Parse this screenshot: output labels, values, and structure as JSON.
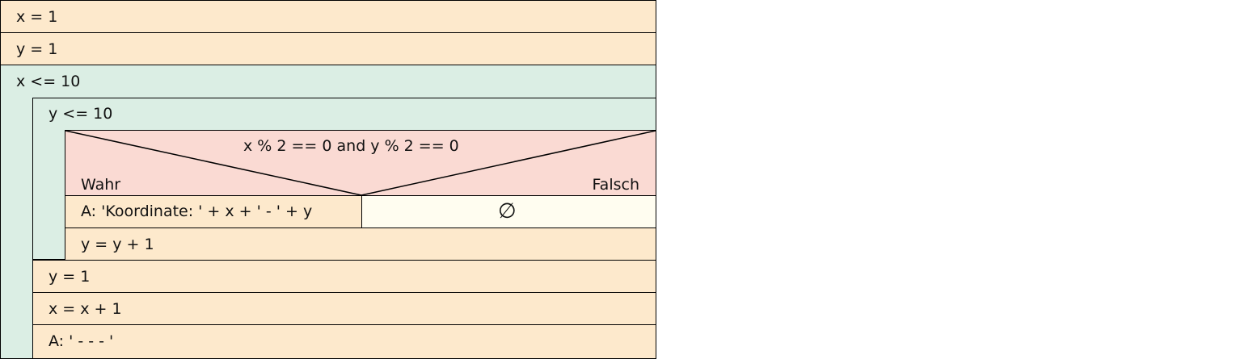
{
  "diagram": {
    "statements": {
      "init_x": "x = 1",
      "init_y": "y = 1",
      "print_coord": "A: 'Koordinate: ' + x + ' - ' + y",
      "inc_y": "y = y + 1",
      "reset_y": "y = 1",
      "inc_x": "x = x + 1",
      "print_sep": "A: ' - - - '"
    },
    "loops": {
      "outer_condition": "x <= 10",
      "inner_condition": "y <= 10"
    },
    "branch": {
      "condition": "x % 2 == 0 and y % 2 == 0",
      "true_label": "Wahr",
      "false_label": "Falsch",
      "empty_symbol": "∅"
    }
  }
}
